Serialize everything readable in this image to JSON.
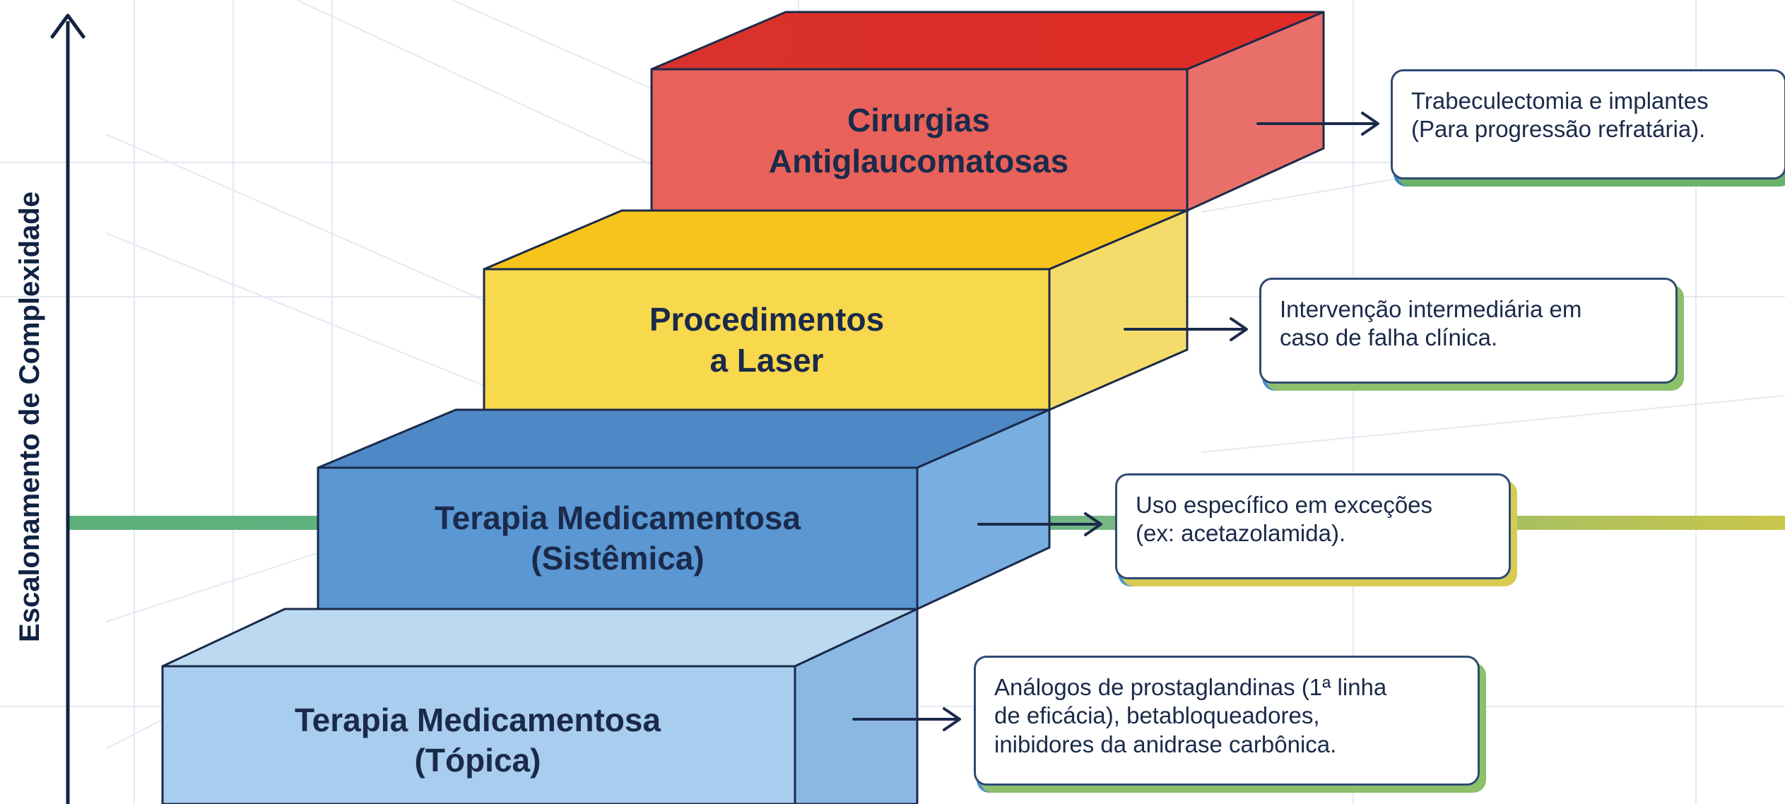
{
  "axis": {
    "label": "Escalonamento de Complexidade"
  },
  "colors": {
    "step_surgery": "#e8625a",
    "step_laser": "#f6d24a",
    "step_systemic": "#5592d0",
    "step_topical": "#a9cdee",
    "outline": "#1b2a4a",
    "band": "#5bb07a"
  },
  "steps": [
    {
      "title_line1": "Cirurgias",
      "title_line2": "Antiglaucomatosas",
      "description": "Trabeculectomia e implantes\n(Para progressão refratária)."
    },
    {
      "title_line1": "Procedimentos",
      "title_line2": "a Laser",
      "description": "Intervenção intermediária em\ncaso de falha clínica."
    },
    {
      "title_line1": "Terapia Medicamentosa",
      "title_line2": "(Sistêmica)",
      "description": "Uso específico em exceções\n(ex: acetazolamida)."
    },
    {
      "title_line1": "Terapia Medicamentosa",
      "title_line2": "(Tópica)",
      "description": "Análogos de prostaglandinas (1ª linha\nde eficácia), betabloqueadores,\ninibidores da anidrase carbônica."
    }
  ]
}
